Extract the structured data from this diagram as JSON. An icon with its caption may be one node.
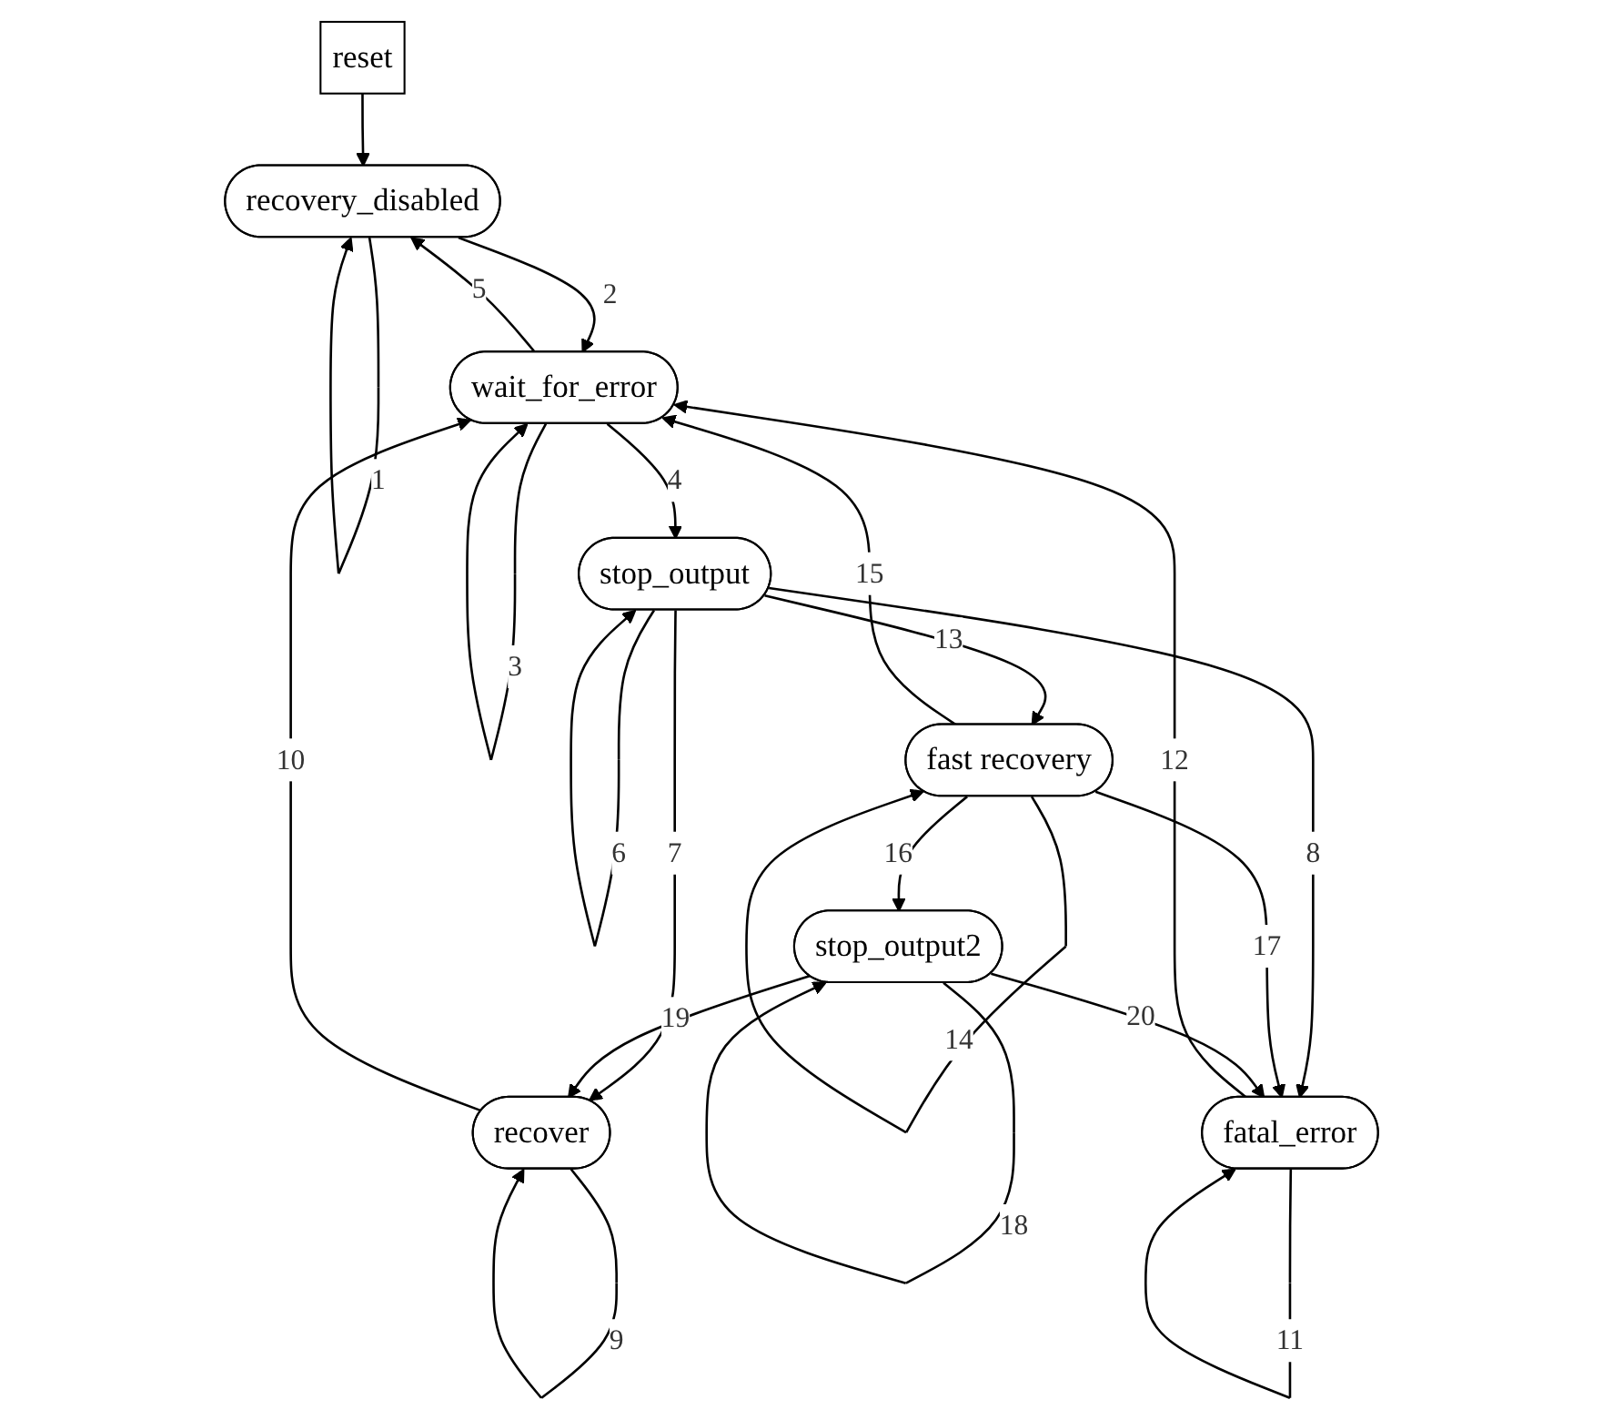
{
  "diagram": {
    "nodes": [
      {
        "text": [
          "reset"
        ]
      },
      {
        "text": [
          "recovery_disabled"
        ]
      },
      {
        "text": [
          "wait_for_error"
        ]
      },
      {
        "text": [
          "fast recovery"
        ]
      },
      {
        "text": [
          "stop_output"
        ]
      },
      {
        "text": [
          "stop_output2"
        ]
      },
      {
        "text": [
          "fatal_error"
        ]
      },
      {
        "text": [
          "recover"
        ]
      }
    ],
    "edges": [
      {
        "from": 0,
        "to": 1,
        "arrow": "to"
      },
      {
        "from": 1,
        "to": 1,
        "arrow": "to",
        "label": "1"
      },
      {
        "from": 1,
        "to": 2,
        "arrow": "to",
        "label": "2"
      },
      {
        "from": 2,
        "to": 2,
        "arrow": "to",
        "label": "3"
      },
      {
        "from": 2,
        "to": 4,
        "arrow": "to",
        "label": "4"
      },
      {
        "from": 2,
        "to": 1,
        "arrow": "to",
        "label": "5"
      },
      {
        "from": 4,
        "to": 4,
        "arrow": "to",
        "label": "6"
      },
      {
        "from": 4,
        "to": 7,
        "arrow": "to",
        "label": "7"
      },
      {
        "from": 4,
        "to": 6,
        "arrow": "to",
        "label": "8"
      },
      {
        "from": 7,
        "to": 7,
        "arrow": "to",
        "label": "9"
      },
      {
        "from": 7,
        "to": 2,
        "arrow": "to",
        "label": "10"
      },
      {
        "from": 6,
        "to": 6,
        "arrow": "to",
        "label": "11"
      },
      {
        "from": 6,
        "to": 2,
        "arrow": "to",
        "label": "12"
      },
      {
        "from": 4,
        "to": 3,
        "arrow": "to",
        "label": "13"
      },
      {
        "from": 3,
        "to": 3,
        "arrow": "to",
        "label": "14"
      },
      {
        "from": 3,
        "to": 2,
        "arrow": "to",
        "label": "15"
      },
      {
        "from": 3,
        "to": 5,
        "arrow": "to",
        "label": "16"
      },
      {
        "from": 3,
        "to": 6,
        "arrow": "to",
        "label": "17"
      },
      {
        "from": 5,
        "to": 5,
        "arrow": "to",
        "label": "18"
      },
      {
        "from": 5,
        "to": 7,
        "arrow": "to",
        "label": "19"
      },
      {
        "from": 5,
        "to": 6,
        "arrow": "to",
        "label": "20"
      }
    ]
  }
}
